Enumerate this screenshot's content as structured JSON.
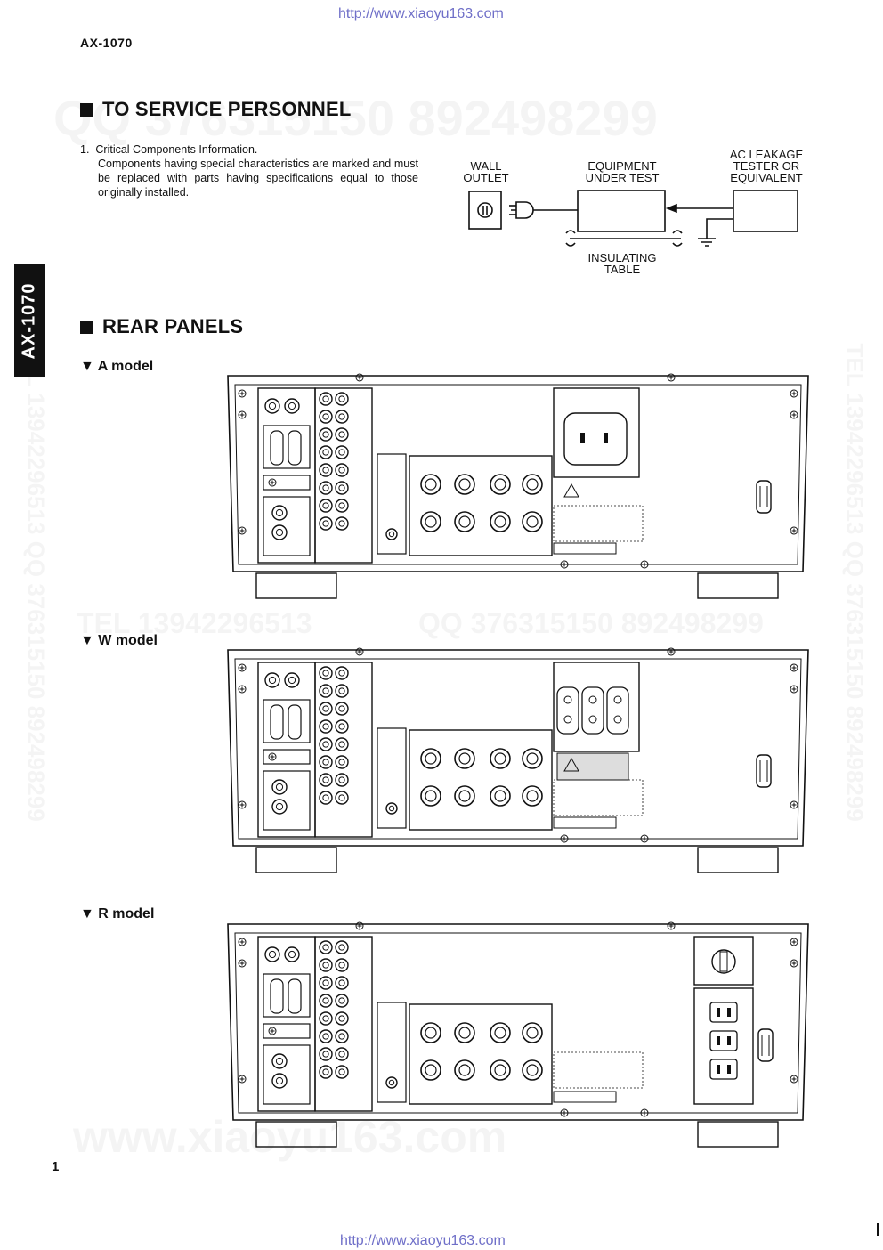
{
  "header": {
    "url_top": "http://www.xiaoyu163.com",
    "model": "AX-1070",
    "side_tab": "AX-1070"
  },
  "service": {
    "title": "TO SERVICE PERSONNEL",
    "item_number": "1.",
    "item_title": "Critical Components Information.",
    "item_body": "Components having special characteristics are marked and must be replaced with parts having specifications equal to those originally installed.",
    "diagram": {
      "wall_outlet": [
        "WALL",
        "OUTLET"
      ],
      "equipment": [
        "EQUIPMENT",
        "UNDER TEST"
      ],
      "tester": [
        "AC LEAKAGE",
        "TESTER OR",
        "EQUIVALENT"
      ],
      "table": [
        "INSULATING",
        "TABLE"
      ]
    }
  },
  "rear": {
    "title": "REAR PANELS",
    "models": [
      {
        "label": "▼ A model"
      },
      {
        "label": "▼ W model"
      },
      {
        "label": "▼ R model"
      }
    ]
  },
  "watermarks": {
    "qq_top": "QQ 376315150  892498299",
    "tel_mid": "TEL 13942296513",
    "qq_mid": "QQ 376315150  892498299",
    "www_bottom": "www.xiaoyu163.com",
    "side_left": "TEL 13942296513  QQ 376315150  892498299",
    "side_right": "TEL 13942296513  QQ 376315150  892498299"
  },
  "footer": {
    "page_number": "1",
    "url_bottom": "http://www.xiaoyu163.com"
  }
}
